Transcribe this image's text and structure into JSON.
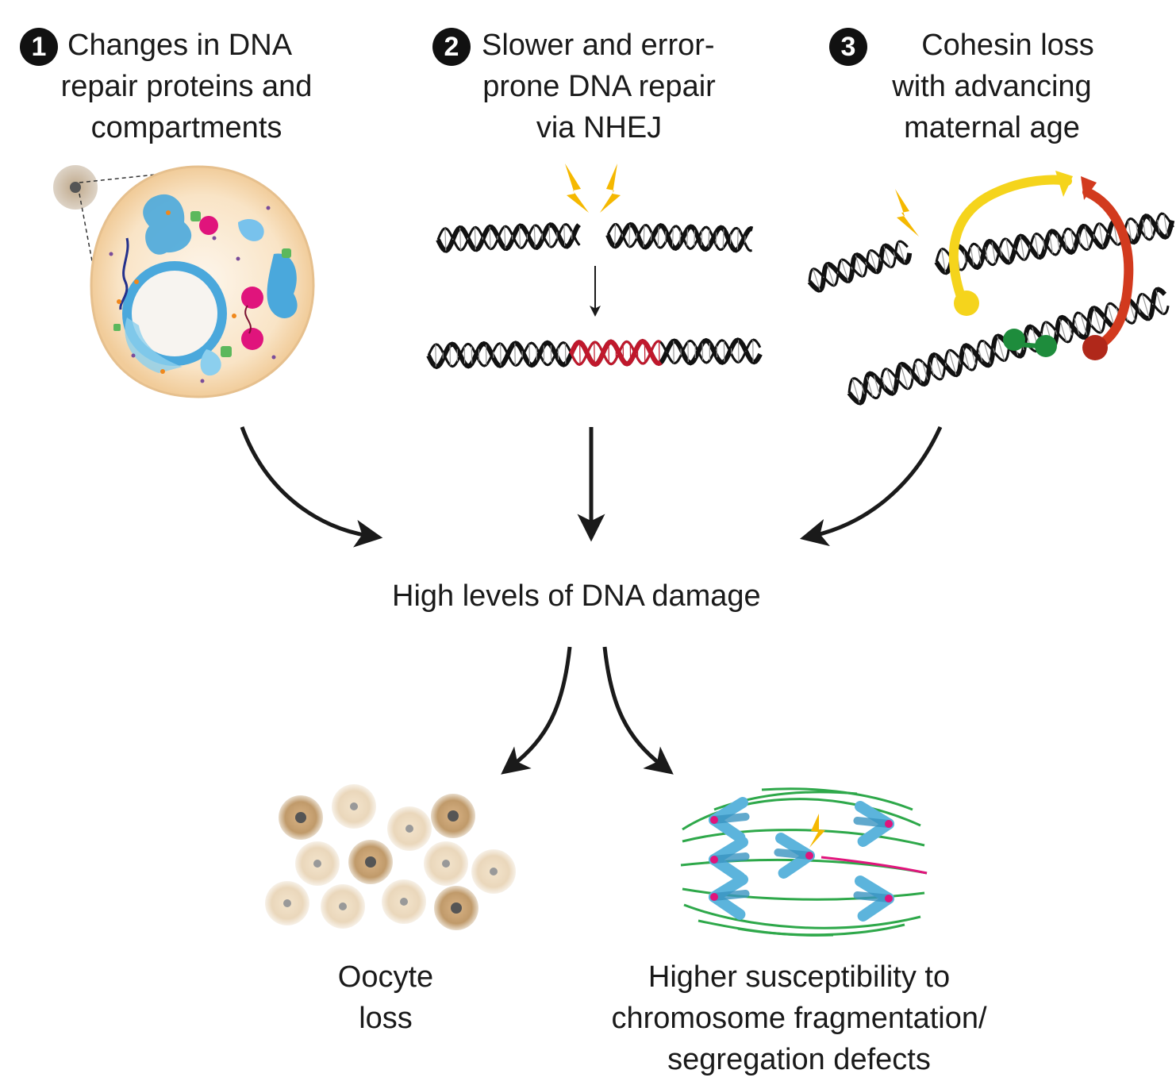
{
  "steps": [
    {
      "number": "1",
      "lines": [
        "Changes in DNA",
        "repair proteins and",
        "compartments"
      ]
    },
    {
      "number": "2",
      "lines": [
        "Slower and error-",
        "prone DNA repair",
        "via NHEJ"
      ]
    },
    {
      "number": "3",
      "lines": [
        "Cohesin loss",
        "with advancing",
        "maternal age"
      ]
    }
  ],
  "center": {
    "label": "High levels of DNA damage"
  },
  "outcomes": [
    {
      "lines": [
        "Oocyte",
        "loss"
      ]
    },
    {
      "lines": [
        "Higher susceptibility to",
        "chromosome fragmentation/",
        "segregation defects"
      ]
    }
  ],
  "colors": {
    "arrow": "#1a1a1a",
    "cytoplasm": "#f6dcb8",
    "organelle": "#4aa8dc",
    "magenta": "#e0147c",
    "green_protein": "#5cb85c",
    "dna_error": "#c0182c",
    "cohesin_yellow": "#f5d41c",
    "cohesin_red": "#d23a1e",
    "cohesin_green": "#1e8c3c",
    "lightning": "#f5b800",
    "spindle": "#2ea84a",
    "chromosome": "#5cb4dc",
    "oocyte": "#c9a277"
  }
}
